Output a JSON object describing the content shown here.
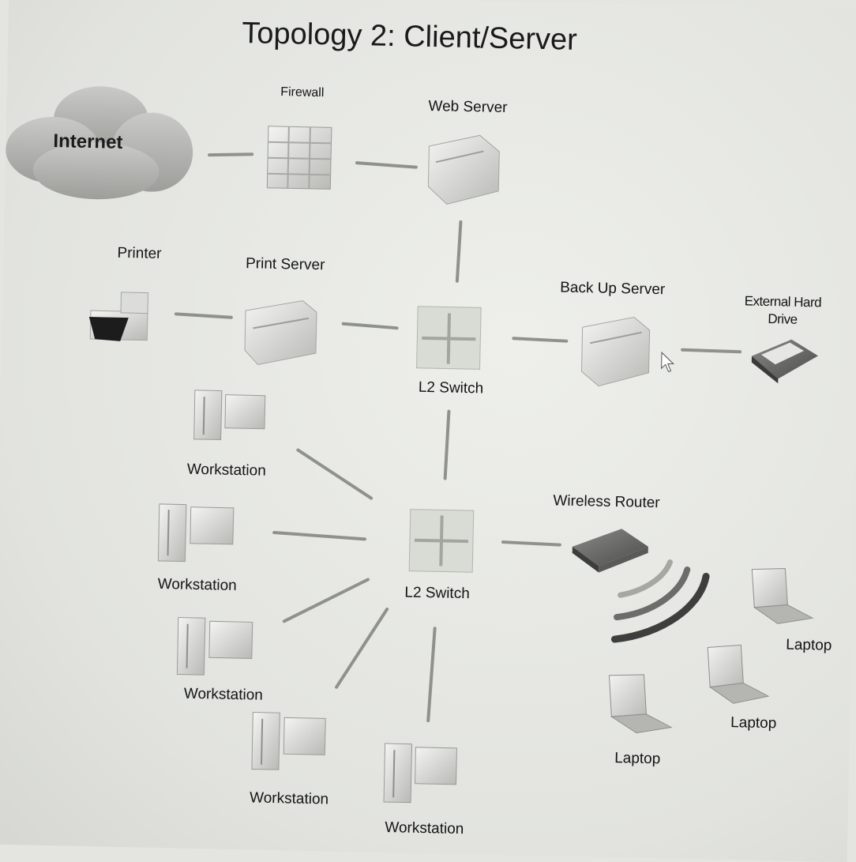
{
  "title": "Topology 2: Client/Server",
  "nodes": {
    "internet": "Internet",
    "firewall": "Firewall",
    "web_server": "Web Server",
    "printer": "Printer",
    "print_server": "Print Server",
    "l2_switch_top": "L2 Switch",
    "backup_server": "Back Up Server",
    "external_drive_line1": "External Hard",
    "external_drive_line2": "Drive",
    "workstations": [
      "Workstation",
      "Workstation",
      "Workstation",
      "Workstation",
      "Workstation"
    ],
    "l2_switch_bottom": "L2 Switch",
    "wireless_router": "Wireless Router",
    "laptops": [
      "Laptop",
      "Laptop",
      "Laptop"
    ]
  },
  "colors": {
    "background": "#e4e5e1",
    "link": "#8f918d",
    "text": "#141414"
  }
}
